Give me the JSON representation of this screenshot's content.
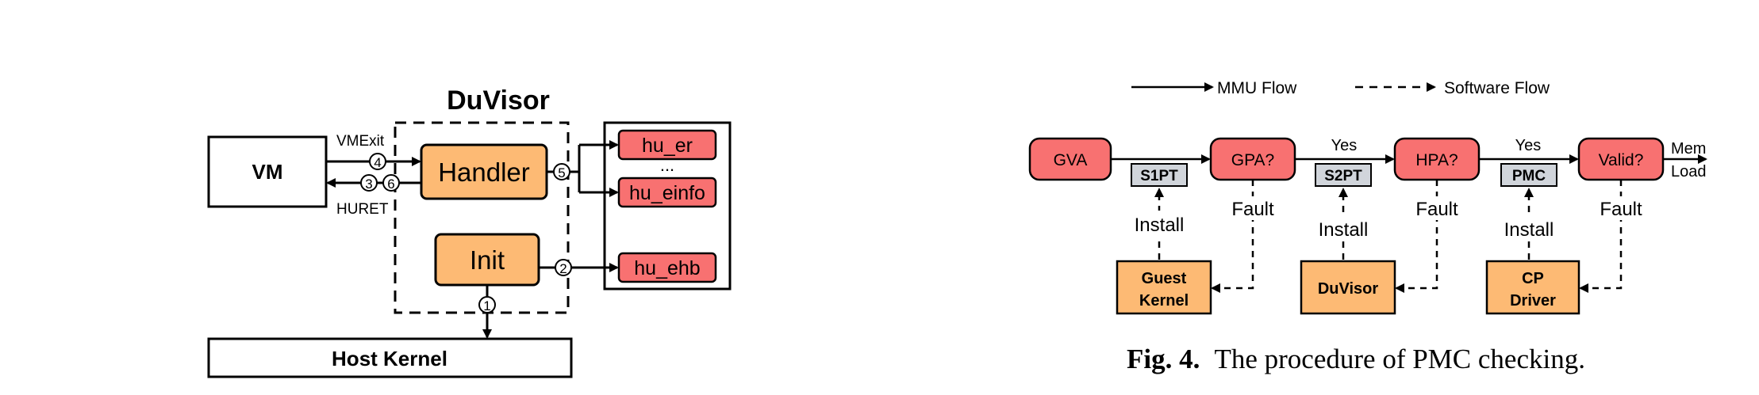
{
  "colors": {
    "orange": "#fdba74",
    "red": "#f87171",
    "gray": "#d1d5db",
    "stroke": "#000000"
  },
  "left_diagram": {
    "title": "DuVisor",
    "vm_label": "VM",
    "handler_label": "Handler",
    "init_label": "Init",
    "host_kernel_label": "Host Kernel",
    "vmexit_label": "VMExit",
    "huret_label": "HURET",
    "hu_er_label": "hu_er",
    "ellipsis_label": "...",
    "hu_einfo_label": "hu_einfo",
    "hu_ehb_label": "hu_ehb",
    "step_1": "1",
    "step_2": "2",
    "step_3": "3",
    "step_4": "4",
    "step_5": "5",
    "step_6": "6"
  },
  "right_diagram": {
    "legend_mmu": "MMU Flow",
    "legend_software": "Software Flow",
    "gva_label": "GVA",
    "gpa_label": "GPA?",
    "hpa_label": "HPA?",
    "valid_label": "Valid?",
    "s1pt_label": "S1PT",
    "s2pt_label": "S2PT",
    "pmc_label": "PMC",
    "yes_1": "Yes",
    "yes_2": "Yes",
    "mem_label": "Mem",
    "load_label": "Load",
    "install_1": "Install",
    "install_2": "Install",
    "install_3": "Install",
    "fault_1": "Fault",
    "fault_2": "Fault",
    "fault_3": "Fault",
    "guest_line1": "Guest",
    "guest_line2": "Kernel",
    "duvisor_label": "DuVisor",
    "cp_line1": "CP",
    "cp_line2": "Driver"
  },
  "caption": {
    "prefix": "Fig. 4.",
    "text": "The procedure of PMC checking."
  }
}
